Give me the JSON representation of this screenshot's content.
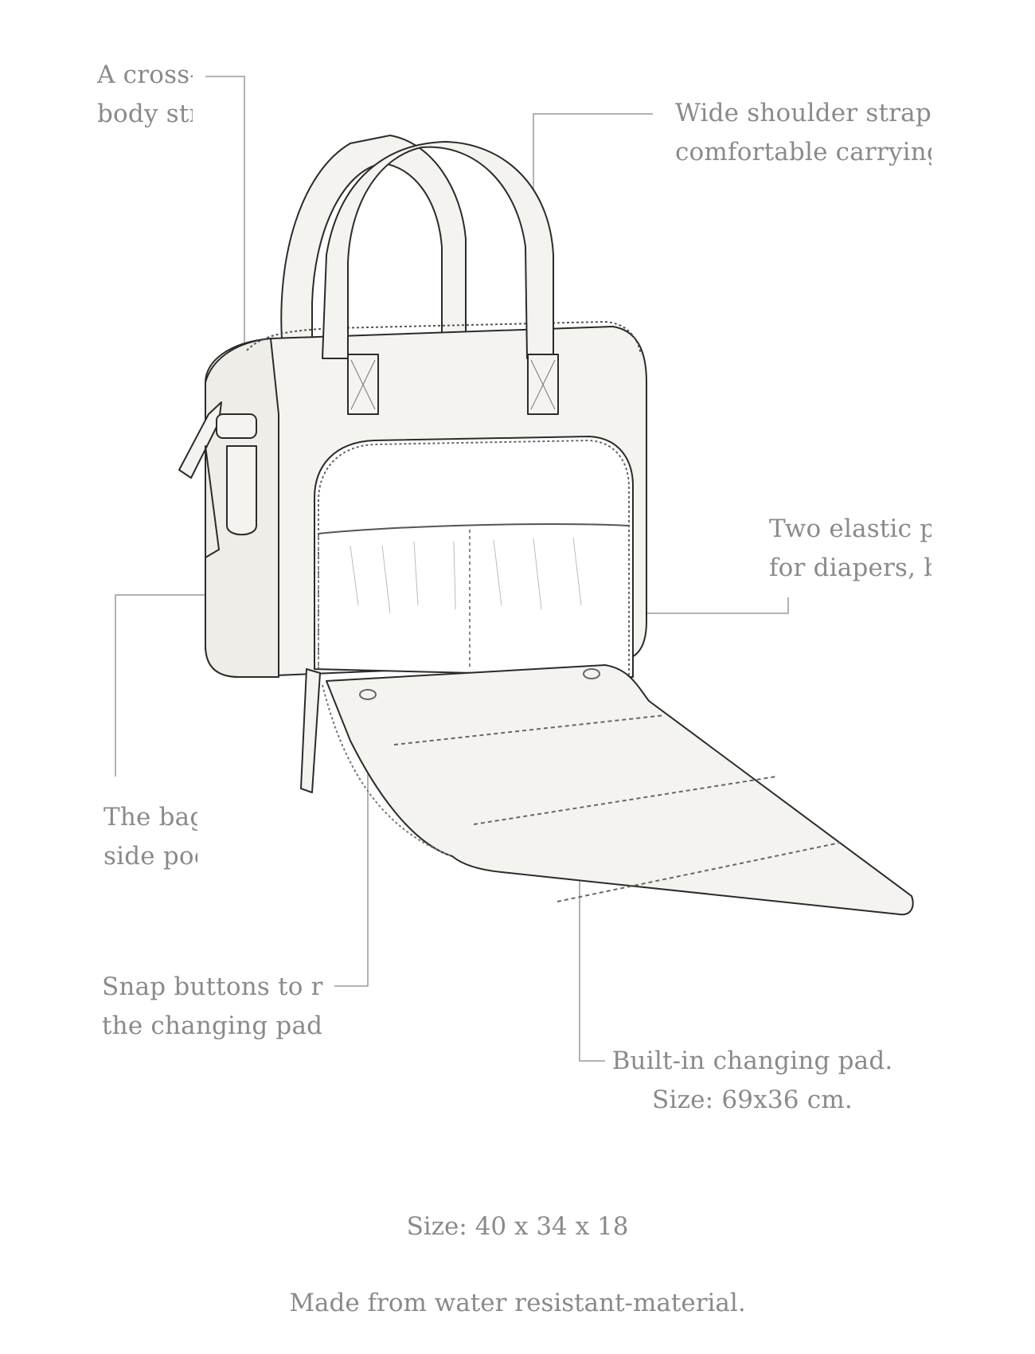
{
  "callouts": {
    "crossbody": {
      "line1": "A cross-",
      "line2": "body strap included."
    },
    "shoulder_straps": {
      "line1": "Wide shoulder straps",
      "line2": "comfortable carrying."
    },
    "elastic_pockets": {
      "line1": "Two elastic pockets",
      "line2": "for diapers, bags."
    },
    "side_pockets": {
      "line1": "The bag has",
      "line2": "side pockets."
    },
    "snap_buttons": {
      "line1": "Snap buttons to remove",
      "line2": "the changing pad."
    },
    "changing_pad": {
      "line1": "Built-in changing pad.",
      "line2": "Size: 69x36 cm."
    }
  },
  "footer": {
    "size": "Size: 40 x 34 x 18",
    "material": "Made from water resistant-material."
  },
  "colors": {
    "outline": "#2b2b2b",
    "fill": "#f4f3ef",
    "leader_line": "#9a9a98",
    "text": "#8a8a88"
  }
}
